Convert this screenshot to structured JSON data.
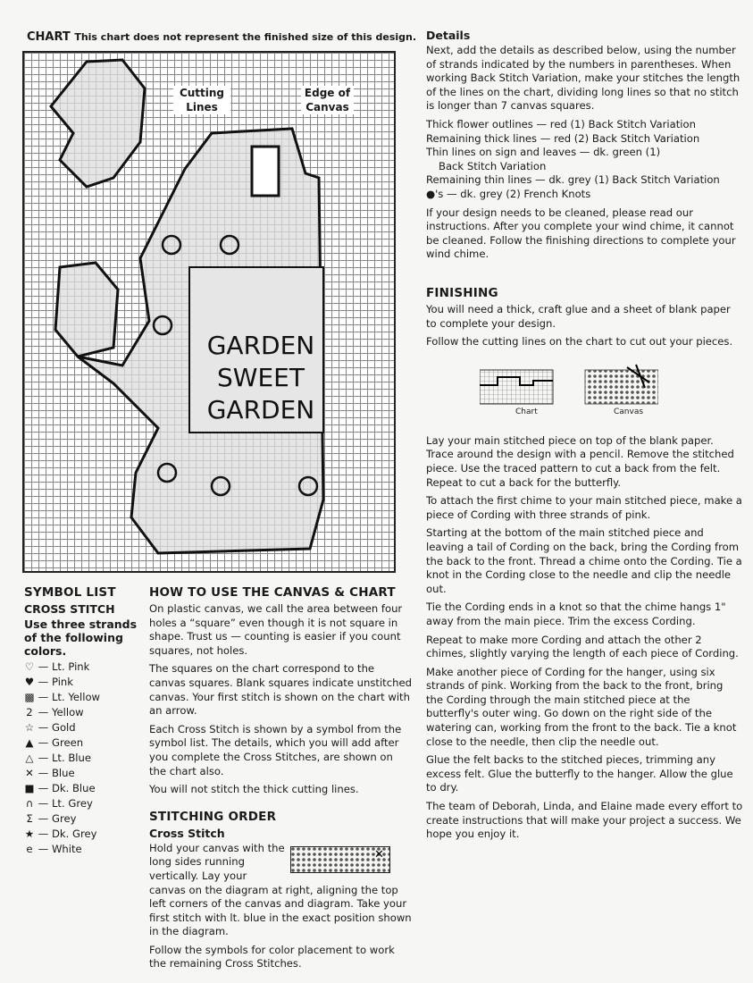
{
  "chart": {
    "title": "CHART",
    "subtitle": "This chart does not represent the finished size of this design.",
    "callout_cutting": "Cutting Lines",
    "callout_edge": "Edge of Canvas",
    "sign_lines": [
      "GARDEN",
      "SWEET",
      "GARDEN"
    ]
  },
  "details": {
    "heading": "Details",
    "intro": "Next, add the details as described below, using the number of strands indicated by the numbers in parentheses. When working Back Stitch Variation, make your stitches the length of the lines on the chart, dividing long lines so that no stitch is longer than 7 canvas squares.",
    "items": [
      "Thick flower outlines — red (1) Back Stitch Variation",
      "Remaining thick lines — red (2) Back Stitch Variation",
      "Thin lines on sign and leaves — dk. green (1)",
      "Back Stitch Variation",
      "Remaining thin lines — dk. grey (1) Back Stitch Variation",
      "●'s — dk. grey (2) French Knots"
    ],
    "cleaning": "If your design needs to be cleaned, please read our instructions. After you complete your wind chime, it cannot be cleaned. Follow the finishing directions to complete your wind chime."
  },
  "finishing": {
    "heading": "FINISHING",
    "paragraphs": [
      "You will need a thick, craft glue and a sheet of blank paper to complete your design.",
      "Follow the cutting lines on the chart to cut out your pieces.",
      "Lay your main stitched piece on top of the blank paper. Trace around the design with a pencil. Remove the stitched piece. Use the traced pattern to cut a back from the felt. Repeat to cut a back for the butterfly.",
      "To attach the first chime to your main stitched piece, make a piece of Cording with three strands of pink.",
      "Starting at the bottom of the main stitched piece and leaving a tail of Cording on the back, bring the Cording from the back to the front. Thread a chime onto the Cording. Tie a knot in the Cording close to the needle and clip the needle out.",
      "Tie the Cording ends in a knot so that the chime hangs 1\" away from the main piece. Trim the excess Cording.",
      "Repeat to make more Cording and attach the other 2 chimes, slightly varying the length of each piece of Cording.",
      "Make another piece of Cording for the hanger, using six strands of pink. Working from the back to the front, bring the Cording through the main stitched piece at the butterfly's outer wing. Go down on the right side of the watering can, working from the front to the back. Tie a knot close to the needle, then clip the needle out.",
      "Glue the felt backs to the stitched pieces, trimming any excess felt. Glue the butterfly to the hanger. Allow the glue to dry.",
      "The team of Deborah, Linda, and Elaine made every effort to create instructions that will make your project a success. We hope you enjoy it."
    ],
    "diagram_labels": [
      "Chart",
      "Canvas"
    ]
  },
  "symbol_list": {
    "heading": "SYMBOL LIST",
    "subheading": "CROSS STITCH",
    "instruction": "Use three strands of the following colors.",
    "items": [
      {
        "symbol": "♡",
        "color": "Lt. Pink"
      },
      {
        "symbol": "♥",
        "color": "Pink"
      },
      {
        "symbol": "▩",
        "color": "Lt. Yellow"
      },
      {
        "symbol": "2",
        "color": "Yellow"
      },
      {
        "symbol": "☆",
        "color": "Gold"
      },
      {
        "symbol": "▲",
        "color": "Green"
      },
      {
        "symbol": "△",
        "color": "Lt. Blue"
      },
      {
        "symbol": "✕",
        "color": "Blue"
      },
      {
        "symbol": "■",
        "color": "Dk. Blue"
      },
      {
        "symbol": "∩",
        "color": "Lt. Grey"
      },
      {
        "symbol": "Σ",
        "color": "Grey"
      },
      {
        "symbol": "★",
        "color": "Dk. Grey"
      },
      {
        "symbol": "e",
        "color": "White"
      }
    ]
  },
  "how_to": {
    "heading": "HOW TO USE THE CANVAS & CHART",
    "paragraphs": [
      "On plastic canvas, we call the area between four holes a “square” even though it is not square in shape. Trust us — counting is easier if you count squares, not holes.",
      "The squares on the chart correspond to the canvas squares. Blank squares indicate unstitched canvas. Your first stitch is shown on the chart with an arrow.",
      "Each Cross Stitch is shown by a symbol from the symbol list. The details, which you will add after you complete the Cross Stitches, are shown on the chart also.",
      "You will not stitch the thick cutting lines."
    ]
  },
  "stitching_order": {
    "heading": "STITCHING ORDER",
    "subheading": "Cross Stitch",
    "para1_a": "Hold your canvas with the long sides running vertically. Lay your",
    "para1_b": "canvas on the diagram at right, aligning the top left corners of the canvas and diagram. Take your first stitch with lt. blue in the exact position shown in the diagram.",
    "para2": "Follow the symbols for color placement to work the remaining Cross Stitches."
  }
}
